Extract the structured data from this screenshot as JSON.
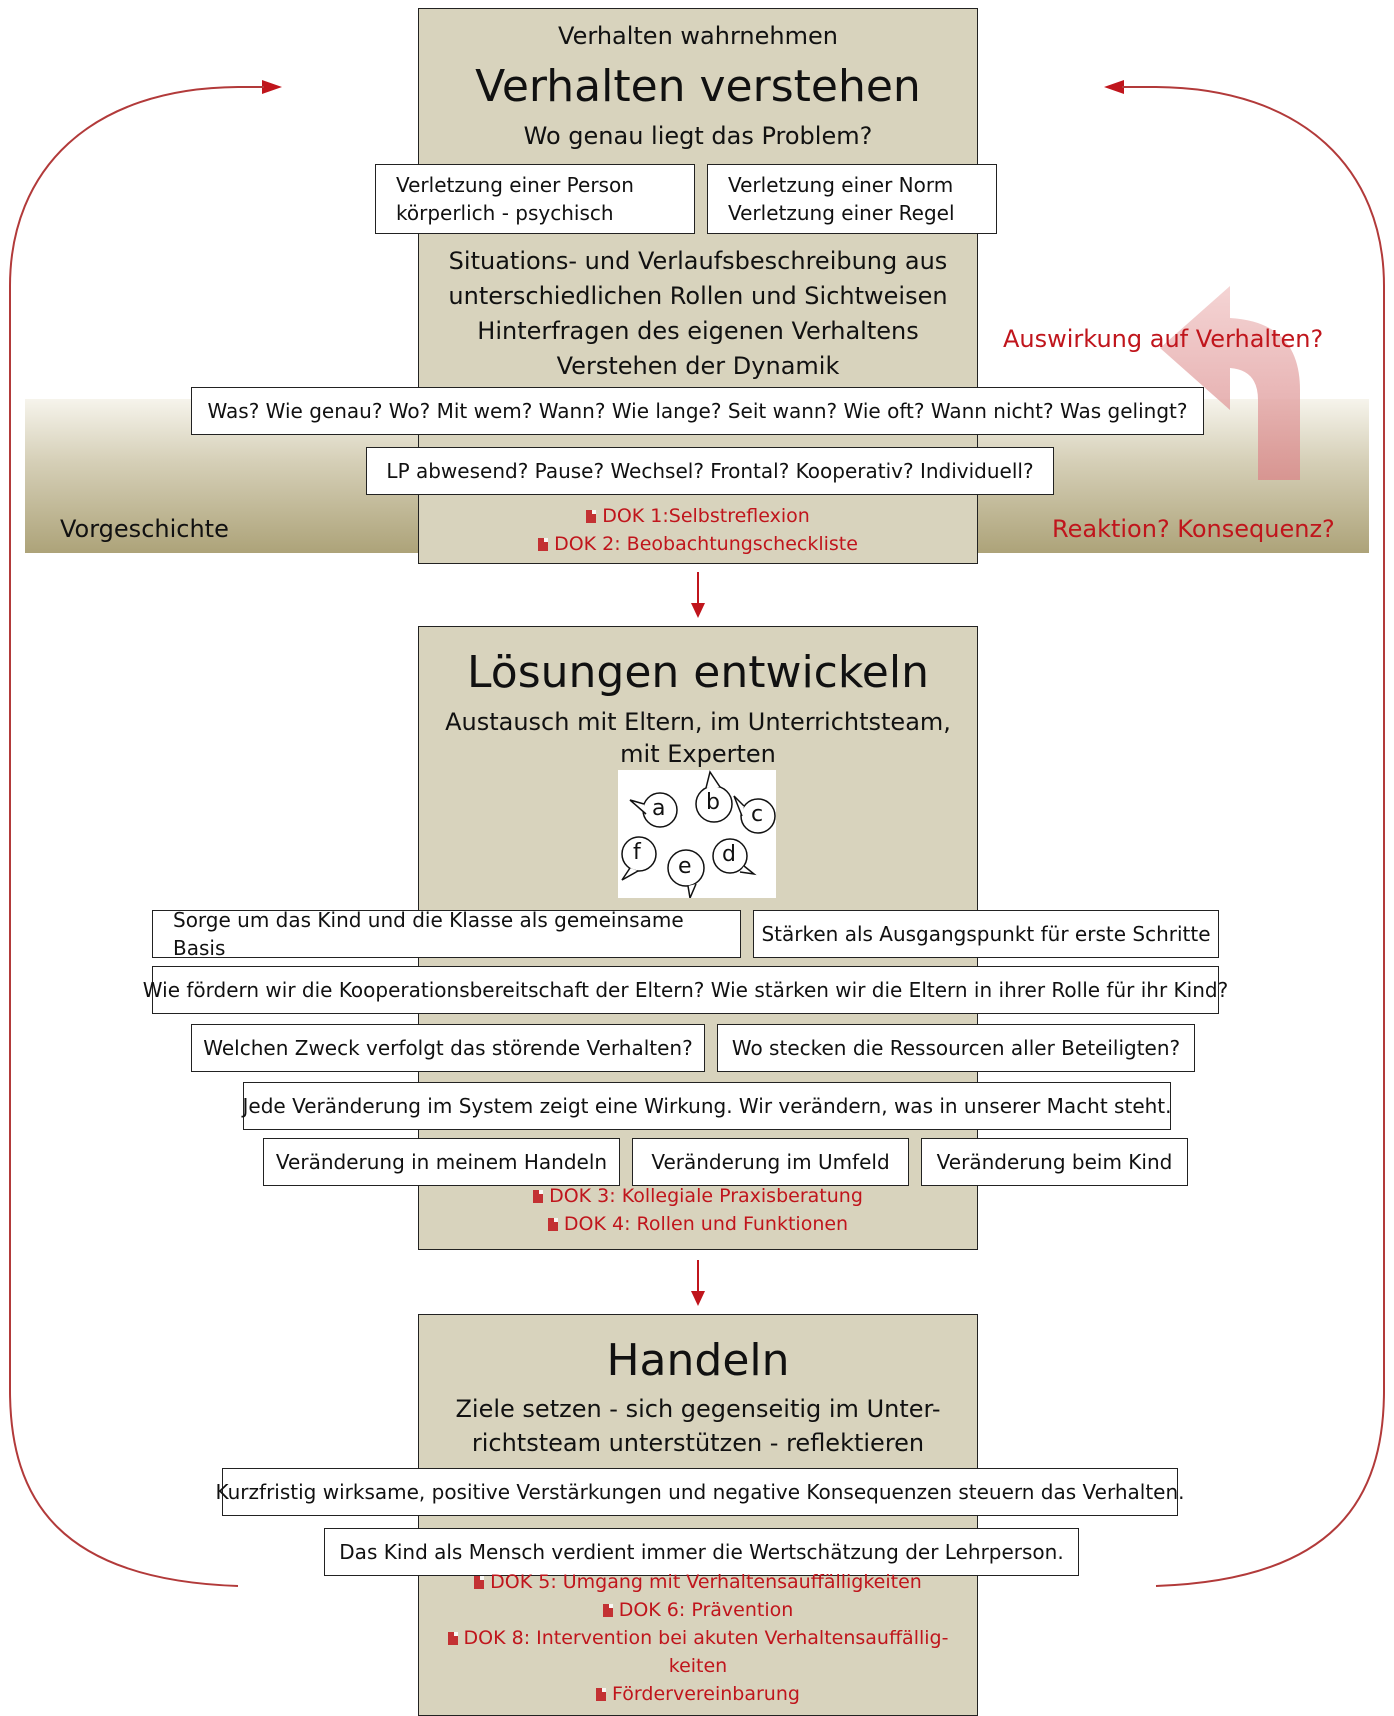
{
  "section1": {
    "small_title": "Verhalten wahrnehmen",
    "title": "Verhalten verstehen",
    "subtitle": "Wo genau liegt das Problem?",
    "box_person": [
      "Verletzung einer Person",
      "körperlich - psychisch"
    ],
    "box_norm": [
      "Verletzung einer Norm",
      "Verletzung einer Regel"
    ],
    "description": [
      "Situations- und Verlaufsbeschreibung aus",
      "unterschiedlichen Rollen und Sichtweisen",
      "Hinterfragen des eigenen Verhaltens",
      "Verstehen der Dynamik"
    ],
    "questions_box": "Was? Wie genau? Wo? Mit wem? Wann? Wie lange? Seit wann? Wie oft? Wann nicht? Was gelingt?",
    "context_box": "LP abwesend? Pause? Wechsel? Frontal? Kooperativ? Individuell?",
    "band_left": "Vorgeschichte",
    "band_right": "Reaktion? Konsequenz?",
    "effect_label": "Auswirkung auf Verhalten?",
    "links": [
      "DOK 1:Selbstreflexion",
      "DOK 2: Beobachtungscheckliste"
    ]
  },
  "section2": {
    "title": "Lösungen entwickeln",
    "subtitle": [
      "Austausch mit Eltern, im Unterrichtsteam,",
      "mit Experten"
    ],
    "bubbles": [
      "a",
      "b",
      "c",
      "d",
      "e",
      "f"
    ],
    "box_sorge": "Sorge um das Kind und die Klasse als gemeinsame Basis",
    "box_staerken": "Stärken als Ausgangspunkt für erste Schritte",
    "box_eltern": "Wie fördern wir die Kooperationsbereitschaft der Eltern? Wie stärken wir die Eltern in ihrer Rolle für ihr Kind?",
    "box_zweck": "Welchen Zweck verfolgt das störende Verhalten?",
    "box_ressourcen": "Wo stecken die Ressourcen aller Beteiligten?",
    "box_system": "Jede Veränderung im System zeigt eine Wirkung. Wir verändern, was in unserer Macht steht.",
    "box_handeln": "Veränderung in meinem Handeln",
    "box_umfeld": "Veränderung im Umfeld",
    "box_kind": "Veränderung beim Kind",
    "links": [
      "DOK 3: Kollegiale Praxisberatung",
      "DOK 4: Rollen und Funktionen"
    ]
  },
  "section3": {
    "title": "Handeln",
    "subtitle": [
      "Ziele setzen - sich gegenseitig im Unter-",
      "richtsteam unterstützen - reflektieren"
    ],
    "box_verstaerkung": "Kurzfristig wirksame, positive Verstärkungen und negative Konsequenzen steuern das Verhalten.",
    "box_wertschaetzung": "Das Kind als Mensch verdient immer die Wertschätzung der Lehrperson.",
    "links": [
      "DOK 5: Umgang mit Verhaltensauffälligkeiten",
      "DOK 6: Prävention",
      "DOK 8: Intervention bei akuten Verhaltensauffällig-",
      "keiten",
      "Fördervereinbarung"
    ]
  },
  "colors": {
    "panel": "#d8d3bd",
    "accent": "#c0151c",
    "cycle": "#b23a3a"
  },
  "icons": [
    "document-icon",
    "speech-bubbles-icon",
    "arrow-down-icon",
    "curved-arrow-icon"
  ]
}
